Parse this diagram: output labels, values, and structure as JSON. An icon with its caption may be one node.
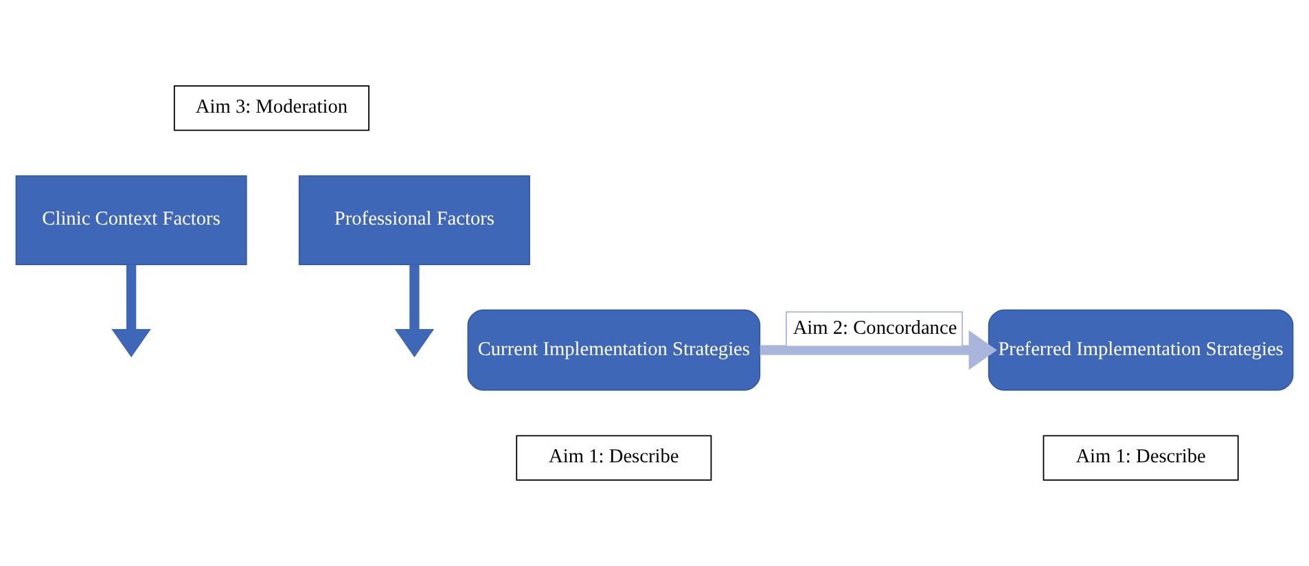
{
  "diagram": {
    "nodes": [
      {
        "text": [
          "Aim 3: Moderation"
        ]
      },
      {
        "text": [
          "Clinic Context Factors"
        ]
      },
      {
        "text": [
          "Professional Factors"
        ]
      },
      {
        "text": [
          "Current Implementation Strategies"
        ]
      },
      {
        "text": [
          "Preferred Implementation Strategies"
        ]
      },
      {
        "text": [
          "Aim 1: Describe"
        ]
      },
      {
        "text": [
          "Aim 1: Describe"
        ]
      }
    ],
    "edges": [
      {
        "from": 1,
        "to": null,
        "arrow": "to"
      },
      {
        "from": 2,
        "to": null,
        "arrow": "to"
      },
      {
        "from": 3,
        "to": 4,
        "arrow": "to",
        "label": "Aim 2: Concordance",
        "color": "#a9b5db"
      }
    ]
  }
}
